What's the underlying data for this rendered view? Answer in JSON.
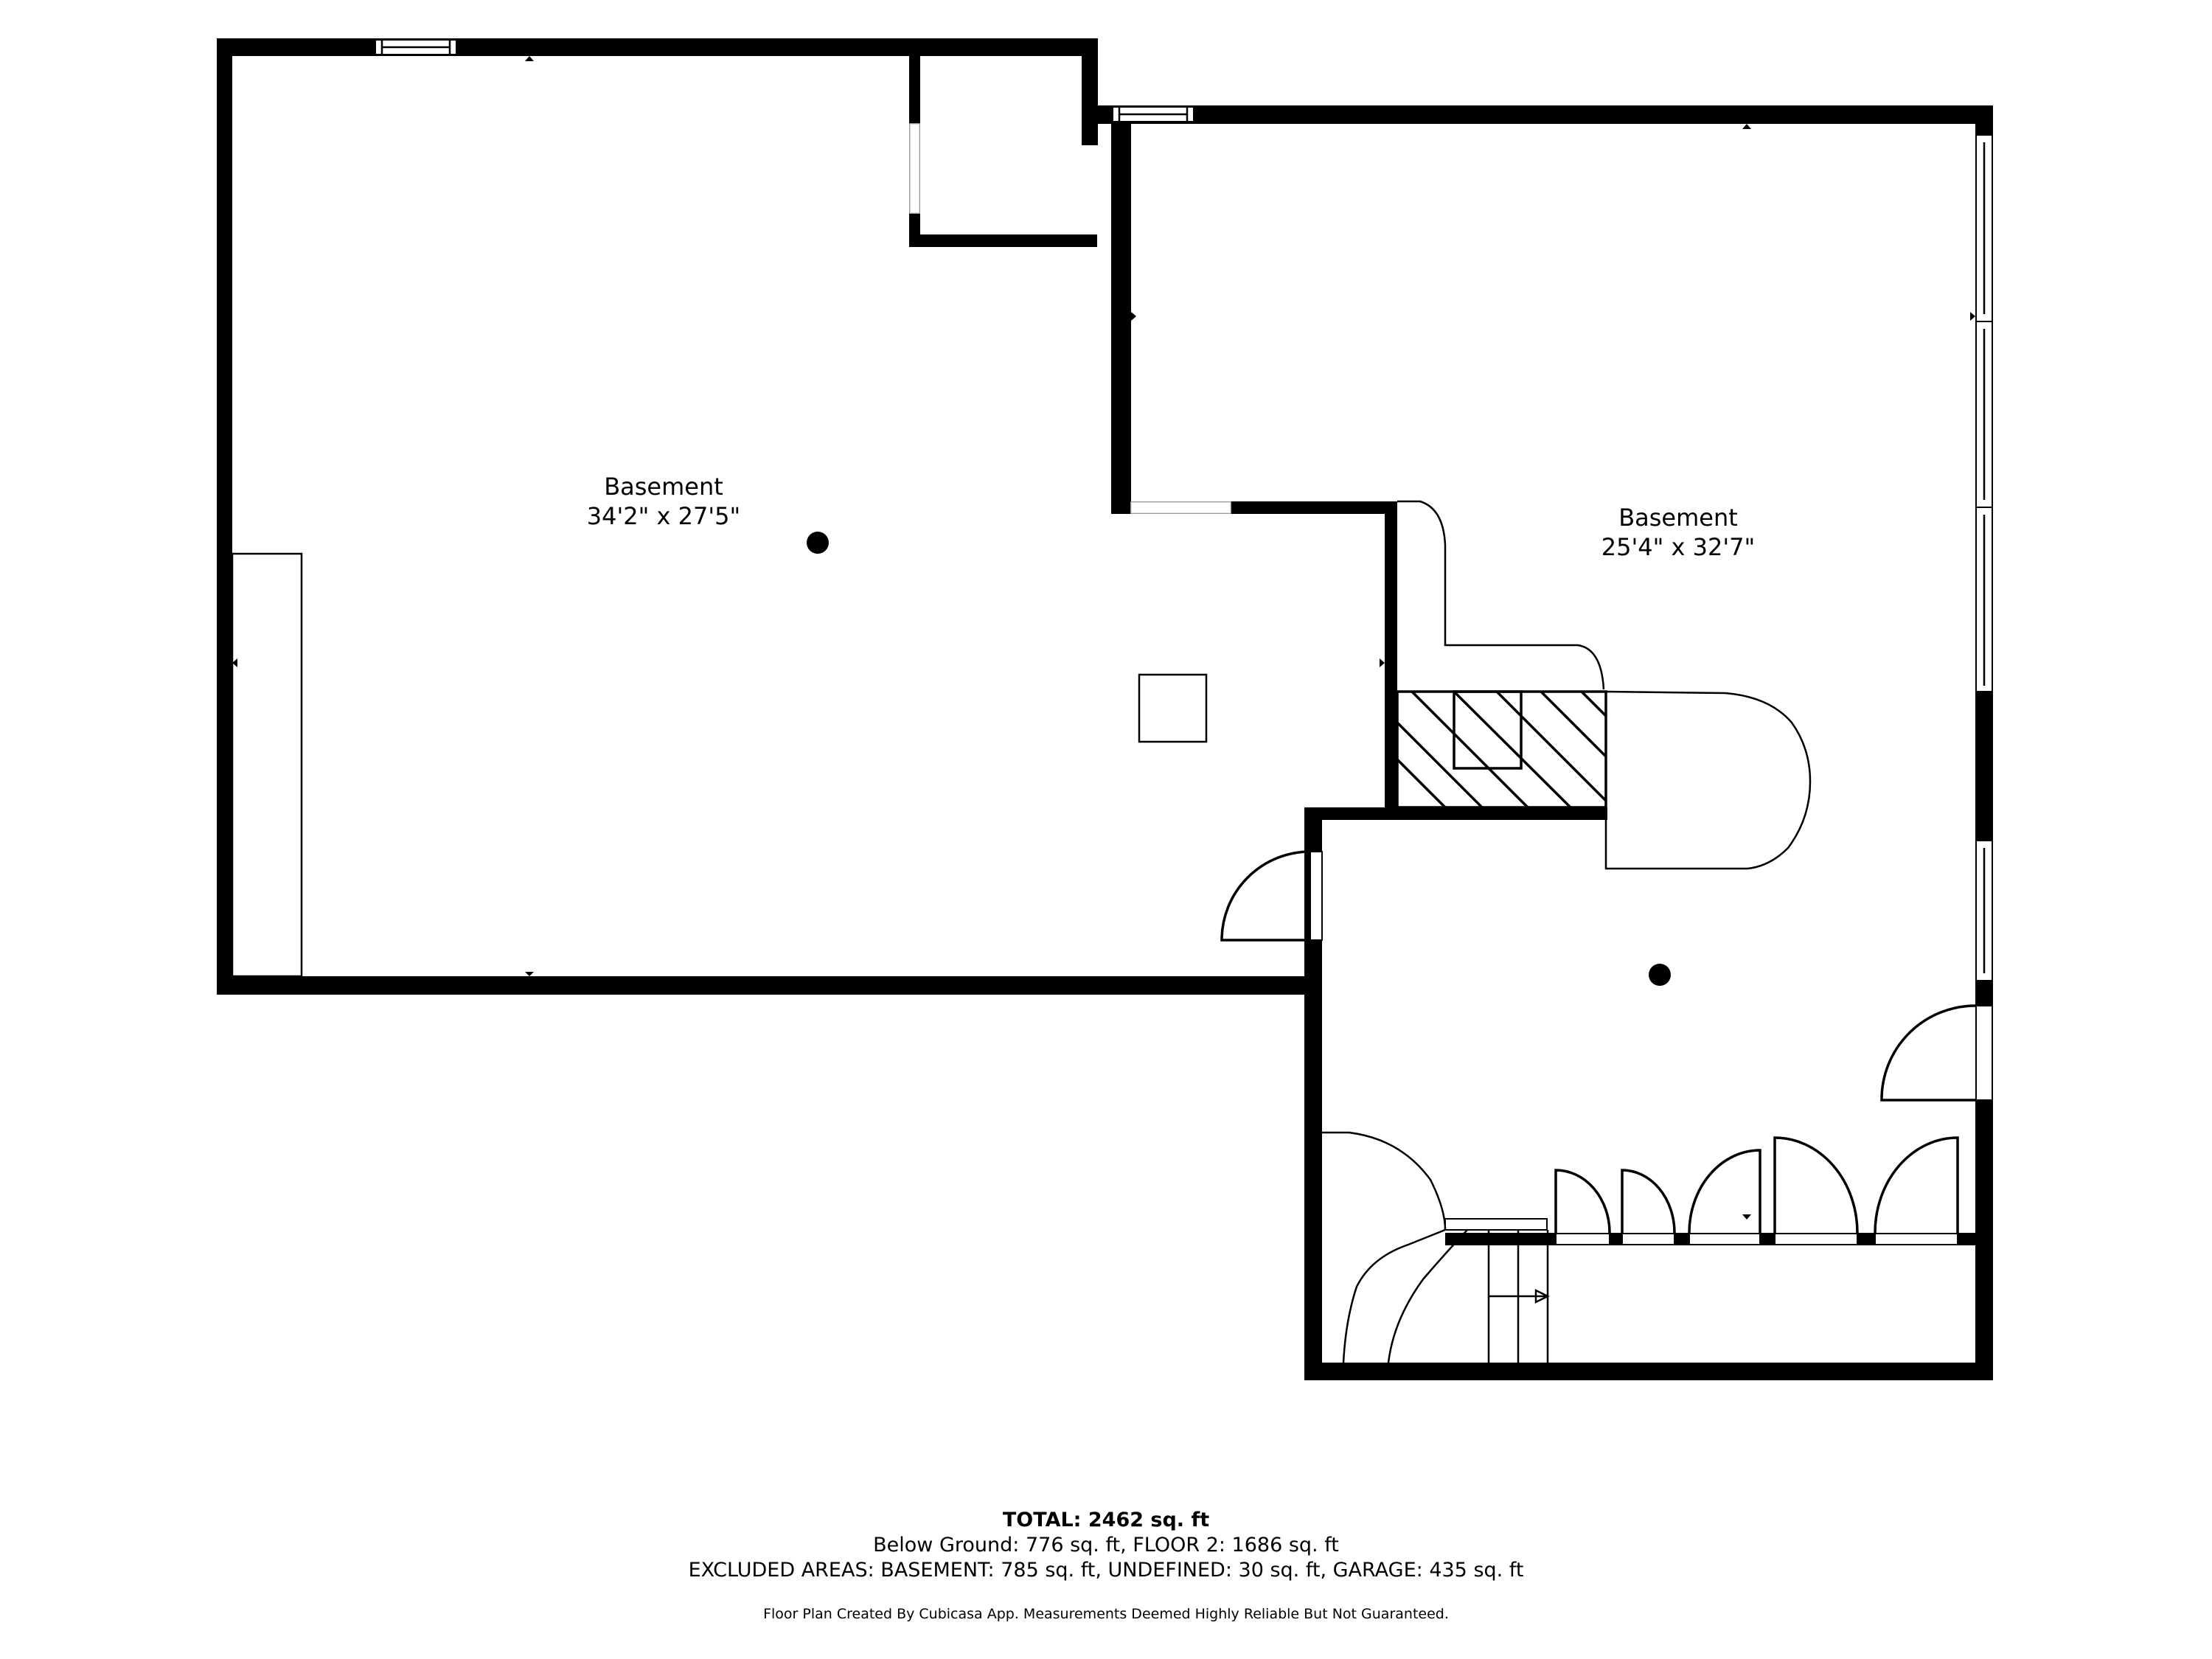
{
  "rooms": [
    {
      "name": "Basement",
      "dimensions": "34'2\" x 27'5\""
    },
    {
      "name": "Basement",
      "dimensions": "25'4\" x 32'7\""
    }
  ],
  "summary": {
    "total": "TOTAL: 2462 sq. ft",
    "line1": "Below Ground: 776 sq. ft, FLOOR 2: 1686 sq. ft",
    "line2": "EXCLUDED AREAS: BASEMENT: 785 sq. ft, UNDEFINED: 30 sq. ft, GARAGE: 435 sq. ft",
    "footer": "Floor Plan Created By Cubicasa App. Measurements Deemed Highly Reliable But Not Guaranteed."
  },
  "colors": {
    "wall": "#000000",
    "background": "#ffffff"
  }
}
